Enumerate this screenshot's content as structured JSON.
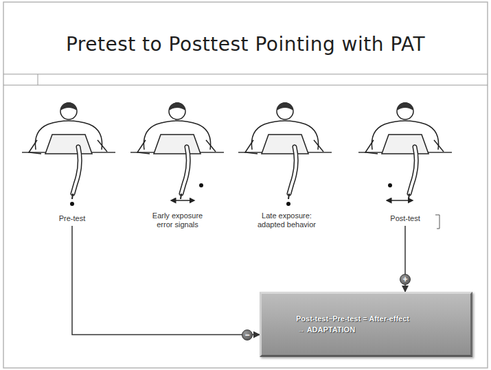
{
  "diagram": {
    "title": "Pretest to Posttest Pointing with PAT",
    "nodes": [
      {
        "text": [
          "Pre-test"
        ]
      },
      {
        "text": [
          "Early exposure error signals"
        ]
      },
      {
        "text": [
          "Late exposure: adapted behavior"
        ]
      },
      {
        "text": [
          "Post-test"
        ]
      },
      {
        "text": [
          "Post-test–Pre-test = After-effect",
          "→ ADAPTATION"
        ]
      }
    ],
    "edges": [
      {
        "from": 0,
        "to": 4,
        "arrow": "to",
        "label": "−"
      },
      {
        "from": 3,
        "to": 4,
        "arrow": "to",
        "label": "+"
      }
    ]
  }
}
